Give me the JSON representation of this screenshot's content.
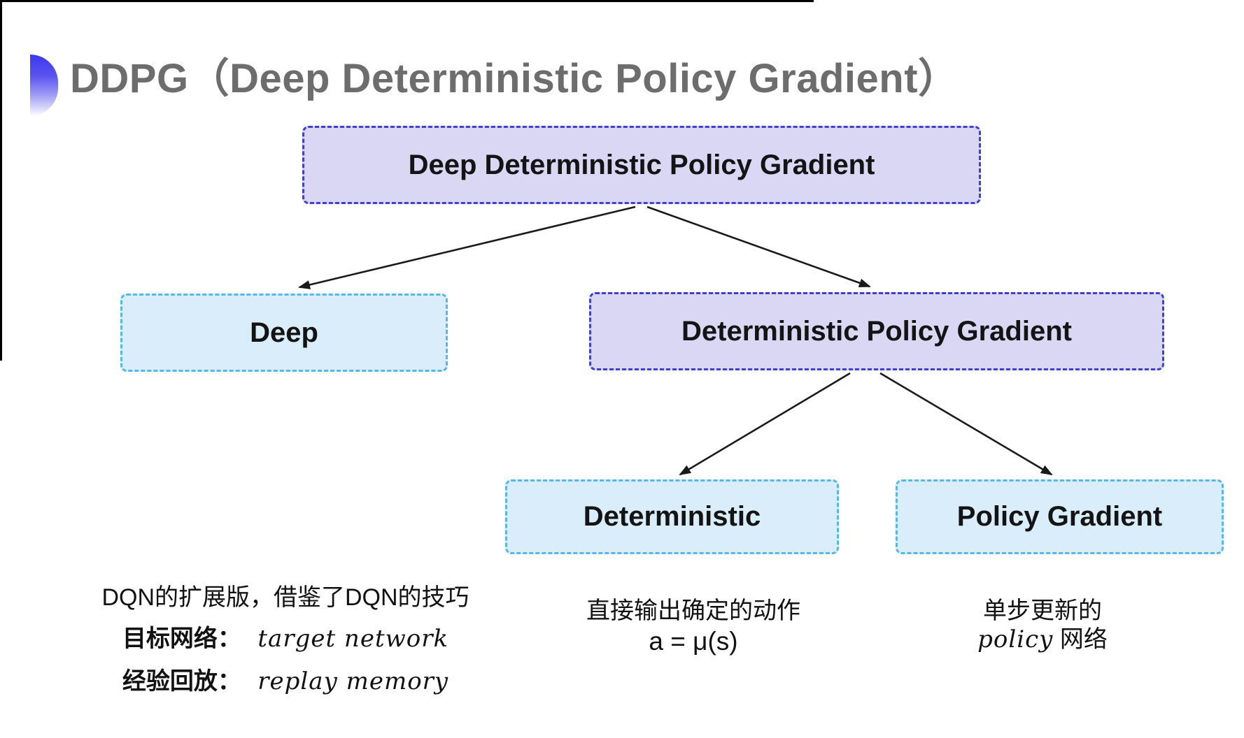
{
  "header": {
    "title": "DDPG（Deep Deterministic Policy Gradient）",
    "title_color": "#6d6d6d",
    "bullet_icon_color_top": "#3c38ee"
  },
  "diagram": {
    "type": "tree",
    "colors": {
      "purple_fill": "#dad7f5",
      "purple_border": "#3f3fd3",
      "cyan_fill": "#d9eefa",
      "cyan_border": "#56b7e8",
      "arrow": "#1a1a1a",
      "node_text": "#141414"
    },
    "nodes": [
      {
        "id": "root",
        "label": "Deep Deterministic Policy Gradient",
        "variant": "purple"
      },
      {
        "id": "deep",
        "label": "Deep",
        "variant": "cyan",
        "parent": "root"
      },
      {
        "id": "dpg",
        "label": "Deterministic Policy Gradient",
        "variant": "purple",
        "parent": "root"
      },
      {
        "id": "det",
        "label": "Deterministic",
        "variant": "cyan",
        "parent": "dpg"
      },
      {
        "id": "pg",
        "label": "Policy Gradient",
        "variant": "cyan",
        "parent": "dpg"
      }
    ],
    "edges": [
      {
        "from": "root",
        "to": "deep"
      },
      {
        "from": "root",
        "to": "dpg"
      },
      {
        "from": "dpg",
        "to": "det"
      },
      {
        "from": "dpg",
        "to": "pg"
      }
    ]
  },
  "annotations": {
    "deep": {
      "line1": "DQN的扩展版，借鉴了DQN的技巧",
      "line2_cjk": "目标网络：",
      "line2_en": "target network",
      "line3_cjk": "经验回放：",
      "line3_en": "replay memory"
    },
    "deterministic": {
      "line1": "直接输出确定的动作",
      "formula": "a = μ(s)"
    },
    "policy_gradient": {
      "line1": "单步更新的",
      "line2_en": "policy",
      "line2_cjk": " 网络"
    }
  }
}
